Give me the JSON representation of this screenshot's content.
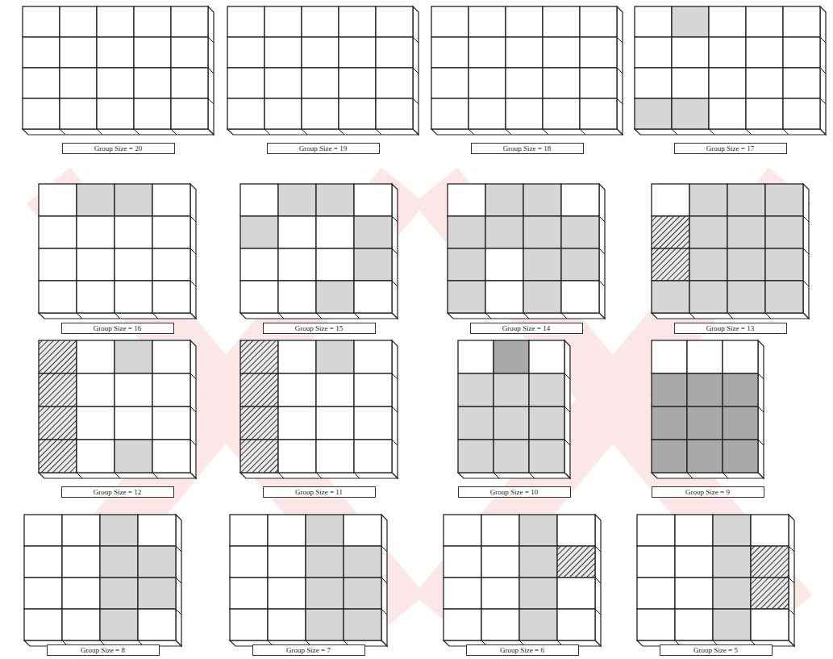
{
  "diagram": {
    "nodes": [
      {
        "text": [
          "Group Size = 20"
        ]
      },
      {
        "text": [
          "Group Size = 19"
        ]
      },
      {
        "text": [
          "Group Size = 18"
        ]
      },
      {
        "text": [
          "Group Size = 17"
        ]
      },
      {
        "text": [
          "Group Size = 16"
        ]
      },
      {
        "text": [
          "Group Size = 15"
        ]
      },
      {
        "text": [
          "Group Size = 14"
        ]
      },
      {
        "text": [
          "Group Size = 13"
        ]
      },
      {
        "text": [
          "Group Size = 12"
        ]
      },
      {
        "text": [
          "Group Size = 11"
        ]
      },
      {
        "text": [
          "Group Size = 10"
        ]
      },
      {
        "text": [
          "Group Size = 9"
        ]
      },
      {
        "text": [
          "Group Size = 8"
        ]
      },
      {
        "text": [
          "Group Size = 7"
        ]
      },
      {
        "text": [
          "Group Size = 6"
        ]
      },
      {
        "text": [
          "Group Size = 5"
        ]
      }
    ]
  }
}
